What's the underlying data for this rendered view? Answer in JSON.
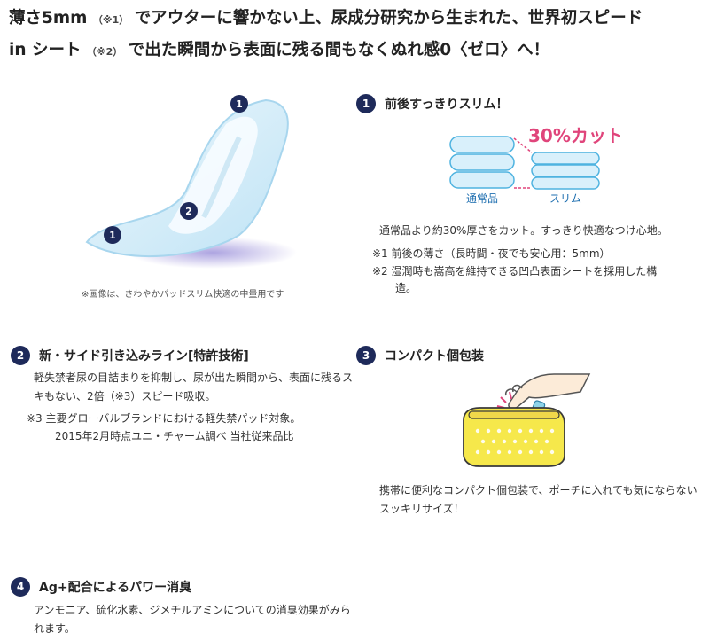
{
  "headline": {
    "line1_main": "薄さ5mm",
    "line1_note": "（※1）",
    "line1_rest": "でアウターに響かない上、尿成分研究から生まれた、世界初スピード",
    "line2_main": "in シート",
    "line2_note": "（※2）",
    "line2_rest": "で出た瞬間から表面に残る間もなくぬれ感0〈ゼロ〉へ！"
  },
  "image_caption": "※画像は、さわやかパッドスリム快適の中量用です",
  "pad_badges": [
    "1",
    "2",
    "1"
  ],
  "sections": [
    {
      "number": "1",
      "title": "前後すっきりスリム！",
      "diagram": {
        "cut_label": "30%カット",
        "normal_label": "通常品",
        "slim_label": "スリム"
      },
      "body": "通常品より約30%厚さをカット。すっきり快適なつけ心地。",
      "notes": [
        {
          "mark": "※1",
          "text": "前後の薄さ（長時間・夜でも安心用：5mm）"
        },
        {
          "mark": "※2",
          "text": "湿潤時も嵩高を維持できる凹凸表面シートを採用した構"
        },
        {
          "mark": "",
          "text": "造。"
        }
      ]
    },
    {
      "number": "2",
      "title": "新・サイド引き込みライン[特許技術]",
      "body_lines": [
        "軽失禁者尿の目詰まりを抑制し、尿が出た瞬間から、表面に残るス",
        "キもない、2倍（※3）スピード吸収。"
      ],
      "notes": [
        {
          "mark": "※3",
          "text": "主要グローバルブランドにおける軽失禁パッド対象。"
        },
        {
          "mark": "",
          "text": "2015年2月時点ユニ・チャーム調べ 当社従来品比"
        }
      ]
    },
    {
      "number": "3",
      "title": "コンパクト個包装",
      "body_lines": [
        "携帯に便利なコンパクト個包装で、ポーチに入れても気にならない",
        "スッキリサイズ！"
      ]
    },
    {
      "number": "4",
      "title": "Ag+配合によるパワー消臭",
      "body_lines": [
        "アンモニア、硫化水素、ジメチルアミンについての消臭効果がみら",
        "れます。"
      ]
    }
  ],
  "colors": {
    "badge": "#1e2a5a",
    "accent_pink": "#e0457b",
    "pad_blue": "#bfe3f5",
    "pouch_yellow": "#f6e84b"
  }
}
